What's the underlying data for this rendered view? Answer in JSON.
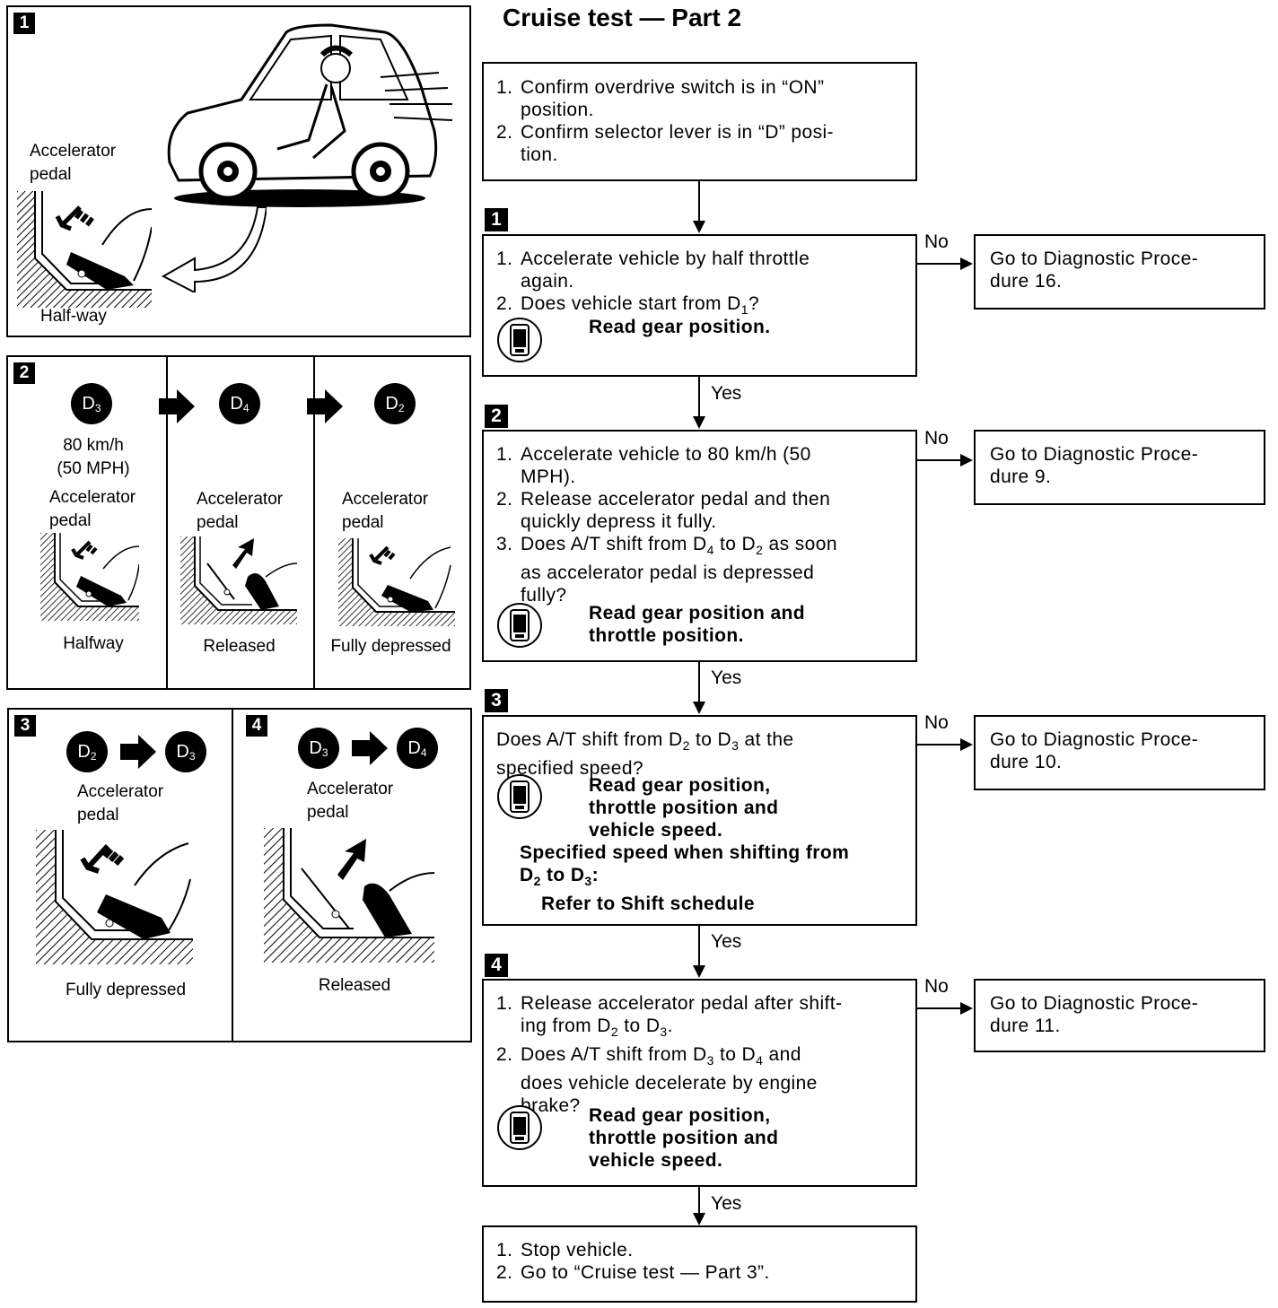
{
  "title": "Cruise test — Part 2",
  "left": {
    "panel1": {
      "badge": "1",
      "pedal_label_line1": "Accelerator",
      "pedal_label_line2": "pedal",
      "position_label": "Half-way"
    },
    "panel2": {
      "badge": "2",
      "gears": [
        "D",
        "D",
        "D"
      ],
      "gear_subs": [
        "3",
        "4",
        "2"
      ],
      "speed_line1": "80 km/h",
      "speed_line2": "(50 MPH)",
      "pedal_line1": "Accelerator",
      "pedal_line2": "pedal",
      "positions": [
        "Halfway",
        "Released",
        "Fully depressed"
      ]
    },
    "panel3": {
      "badge": "3",
      "gear_from": "D",
      "gear_from_sub": "2",
      "gear_to": "D",
      "gear_to_sub": "3",
      "pedal_line1": "Accelerator",
      "pedal_line2": "pedal",
      "position": "Fully depressed"
    },
    "panel4": {
      "badge": "4",
      "gear_from": "D",
      "gear_from_sub": "3",
      "gear_to": "D",
      "gear_to_sub": "4",
      "pedal_line1": "Accelerator",
      "pedal_line2": "pedal",
      "position": "Released"
    }
  },
  "flow": {
    "start": {
      "item1_num": "1.",
      "item1_a": "Confirm overdrive switch is in “ON”",
      "item1_b": "position.",
      "item2_num": "2.",
      "item2_a": "Confirm selector lever is in “D” posi-",
      "item2_b": "tion."
    },
    "step1": {
      "badge": "1",
      "item1_num": "1.",
      "item1_a": "Accelerate vehicle by half throttle",
      "item1_b": "again.",
      "item2_num": "2.",
      "item2_pre": "Does vehicle start from D",
      "item2_sub": "1",
      "item2_post": "?",
      "read": "Read gear position.",
      "no": "No",
      "yes": "Yes",
      "dp_line1": "Go to Diagnostic Proce-",
      "dp_line2": "dure 16."
    },
    "step2": {
      "badge": "2",
      "item1_num": "1.",
      "item1_a": "Accelerate vehicle to 80 km/h (50",
      "item1_b": "MPH).",
      "item2_num": "2.",
      "item2_a": "Release accelerator pedal and then",
      "item2_b": "quickly depress it fully.",
      "item3_num": "3.",
      "item3_pre": "Does A/T shift from D",
      "item3_sub1": "4",
      "item3_mid": " to D",
      "item3_sub2": "2",
      "item3_post": " as soon",
      "item3_b": "as accelerator pedal is depressed",
      "item3_c": "fully?",
      "read1": "Read gear position and",
      "read2": "throttle position.",
      "no": "No",
      "yes": "Yes",
      "dp_line1": "Go to Diagnostic Proce-",
      "dp_line2": "dure 9."
    },
    "step3": {
      "badge": "3",
      "q_pre": "Does A/T shift from D",
      "q_sub1": "2",
      "q_mid": " to D",
      "q_sub2": "3",
      "q_post": " at the",
      "q_line2": "specified speed?",
      "read1": "Read gear position,",
      "read2": "throttle position and",
      "read3": "vehicle speed.",
      "spec1": "Specified speed when shifting from",
      "spec2_pre": "D",
      "spec2_sub1": "2",
      "spec2_mid": " to D",
      "spec2_sub2": "3",
      "spec2_post": ":",
      "spec3": "Refer to Shift schedule",
      "no": "No",
      "yes": "Yes",
      "dp_line1": "Go to Diagnostic Proce-",
      "dp_line2": "dure 10."
    },
    "step4": {
      "badge": "4",
      "item1_num": "1.",
      "item1_a": "Release accelerator pedal after shift-",
      "item1_b_pre": "ing from D",
      "item1_b_sub1": "2",
      "item1_b_mid": " to D",
      "item1_b_sub2": "3",
      "item1_b_post": ".",
      "item2_num": "2.",
      "item2_pre": "Does A/T shift from D",
      "item2_sub1": "3",
      "item2_mid": " to D",
      "item2_sub2": "4",
      "item2_post": " and",
      "item2_b": "does vehicle decelerate by engine",
      "item2_c": "brake?",
      "read1": "Read gear position,",
      "read2": "throttle position and",
      "read3": "vehicle speed.",
      "no": "No",
      "yes": "Yes",
      "dp_line1": "Go to Diagnostic Proce-",
      "dp_line2": "dure 11."
    },
    "end": {
      "item1_num": "1.",
      "item1": "Stop vehicle.",
      "item2_num": "2.",
      "item2": "Go to “Cruise test — Part 3”."
    }
  }
}
